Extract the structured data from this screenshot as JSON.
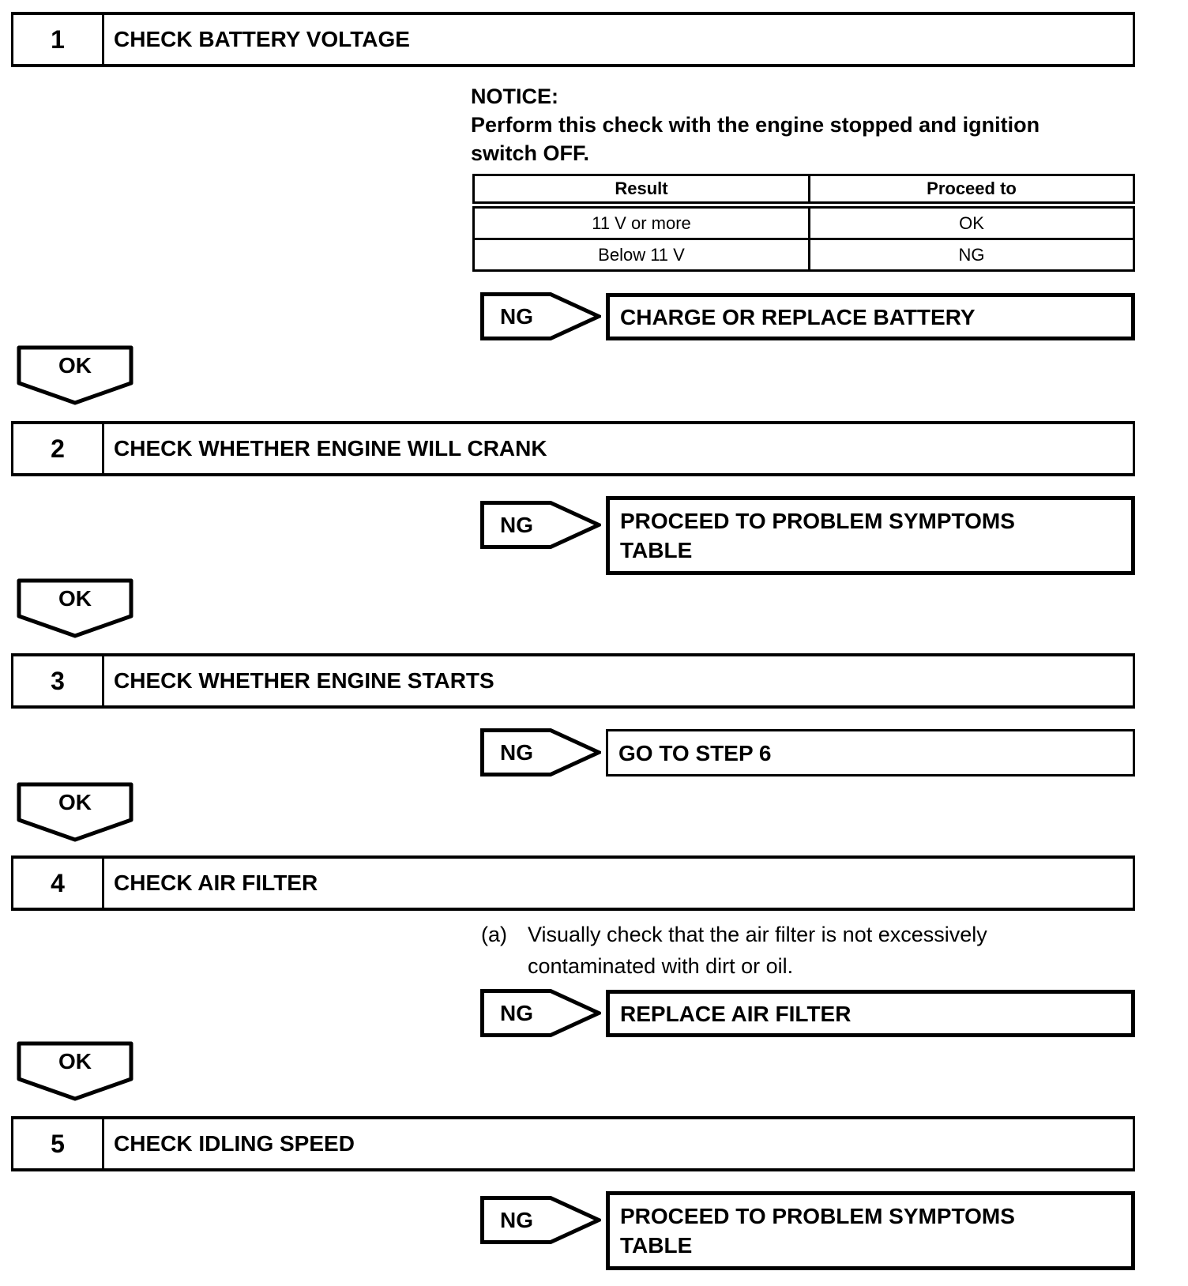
{
  "steps": [
    {
      "number": "1",
      "title": "CHECK BATTERY VOLTAGE"
    },
    {
      "number": "2",
      "title": "CHECK WHETHER ENGINE WILL CRANK"
    },
    {
      "number": "3",
      "title": "CHECK WHETHER ENGINE STARTS"
    },
    {
      "number": "4",
      "title": "CHECK AIR FILTER"
    },
    {
      "number": "5",
      "title": "CHECK IDLING SPEED"
    }
  ],
  "notice": {
    "label": "NOTICE:",
    "line1": "Perform this check with the engine stopped and ignition",
    "line2": "switch OFF."
  },
  "result_table": {
    "headers": [
      "Result",
      "Proceed to"
    ],
    "rows": [
      [
        "11 V or more",
        "OK"
      ],
      [
        "Below 11 V",
        "NG"
      ]
    ]
  },
  "ok_label": "OK",
  "ng_rows": [
    {
      "label": "NG",
      "action_lines": [
        "CHARGE OR REPLACE BATTERY"
      ]
    },
    {
      "label": "NG",
      "action_lines": [
        "PROCEED TO PROBLEM SYMPTOMS",
        "TABLE"
      ]
    },
    {
      "label": "NG",
      "action_lines": [
        "GO TO STEP 6"
      ]
    },
    {
      "label": "NG",
      "action_lines": [
        "REPLACE AIR FILTER"
      ]
    },
    {
      "label": "NG",
      "action_lines": [
        "PROCEED TO PROBLEM SYMPTOMS",
        "TABLE"
      ]
    }
  ],
  "substep": {
    "label": "(a)",
    "line1": "Visually check that the air filter is not excessively",
    "line2": "contaminated with dirt or oil."
  },
  "colors": {
    "ink": "#000000",
    "paper": "#ffffff"
  }
}
